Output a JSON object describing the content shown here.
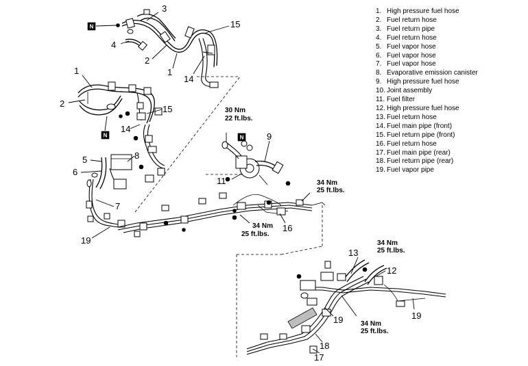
{
  "legend": [
    {
      "num": "1.",
      "text": "High pressure fuel hose"
    },
    {
      "num": "2.",
      "text": "Fuel return hose"
    },
    {
      "num": "3.",
      "text": "Fuel return pipe"
    },
    {
      "num": "4.",
      "text": "Fuel return hose"
    },
    {
      "num": "5.",
      "text": "Fuel vapor hose"
    },
    {
      "num": "6.",
      "text": "Fuel vapor hose"
    },
    {
      "num": "7.",
      "text": "Fuel vapor hose"
    },
    {
      "num": "8.",
      "text": "Evaporative emission canister"
    },
    {
      "num": "9.",
      "text": "High pressure fuel hose"
    },
    {
      "num": "10.",
      "text": "Joint assembly"
    },
    {
      "num": "11.",
      "text": "Fuel filter"
    },
    {
      "num": "12.",
      "text": "High pressure fuel hose"
    },
    {
      "num": "13.",
      "text": "Fuel return hose"
    },
    {
      "num": "14.",
      "text": "Fuel main pipe (front)"
    },
    {
      "num": "15.",
      "text": "Fuel return pipe (front)"
    },
    {
      "num": "16.",
      "text": "Fuel return hose"
    },
    {
      "num": "17.",
      "text": "Fuel main pipe (rear)"
    },
    {
      "num": "18.",
      "text": "Fuel return pipe (rear)"
    },
    {
      "num": "19.",
      "text": "Fuel vapor pipe"
    }
  ],
  "callouts": {
    "c1a": "1",
    "c2a": "2",
    "c3": "3",
    "c4": "4",
    "c15a": "15",
    "c14a": "14",
    "c1b": "1",
    "c2b": "2",
    "c15b": "15",
    "c14b": "14",
    "c5": "5",
    "c6": "6",
    "c8": "8",
    "c7": "7",
    "c19a": "19",
    "c9": "9",
    "c11": "11",
    "c16": "16",
    "c13": "13",
    "c12": "12",
    "c19b": "19",
    "c19c": "19",
    "c18": "18",
    "c17": "17"
  },
  "markers": {
    "n": "N"
  },
  "torque": {
    "t30_nm": "30 Nm",
    "t30_lbs": "22 ft.lbs.",
    "t34a_nm": "34 Nm",
    "t34a_lbs": "25 ft.lbs.",
    "t34b_nm": "34 Nm",
    "t34b_lbs": "25 ft.lbs.",
    "t34c_nm": "34 Nm",
    "t34c_lbs": "25 ft.lbs.",
    "t34d_nm": "34 Nm",
    "t34d_lbs": "25 ft.lbs."
  }
}
